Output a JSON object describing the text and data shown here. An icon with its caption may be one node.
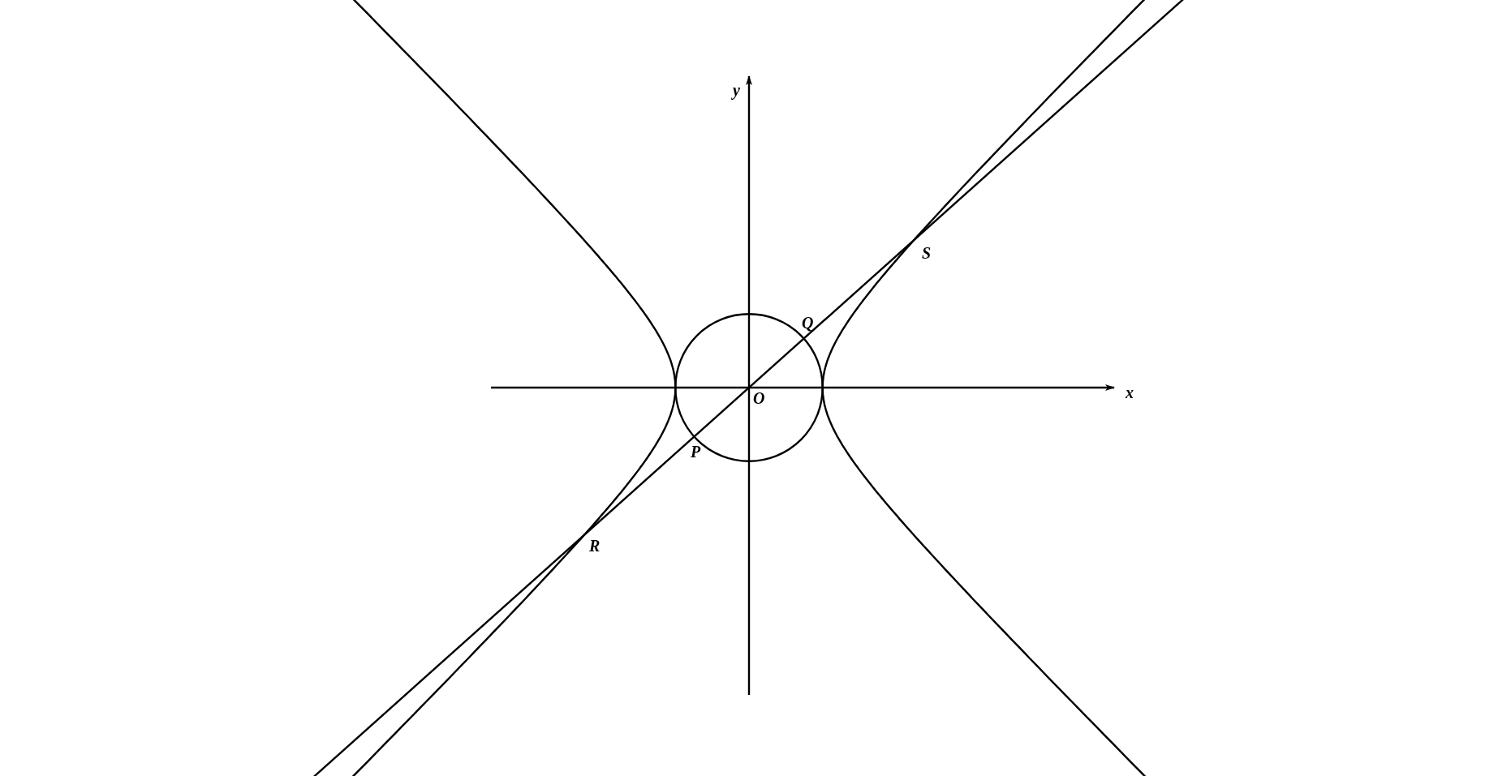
{
  "diagram": {
    "labels": [
      "y",
      "S",
      "Q",
      "x",
      "O",
      "P",
      "R"
    ]
  }
}
